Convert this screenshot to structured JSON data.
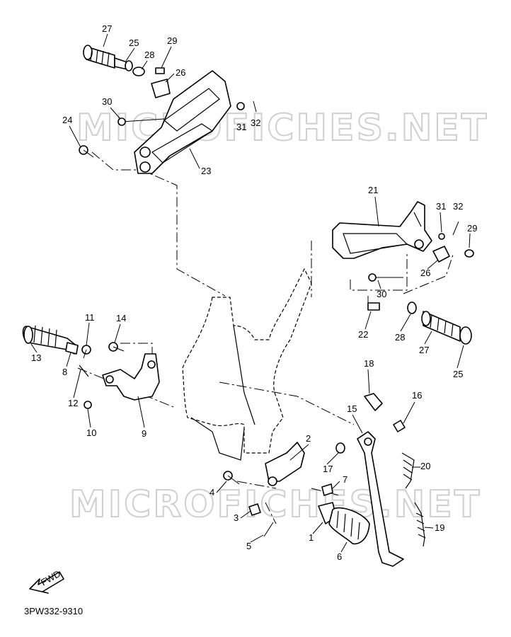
{
  "watermark": {
    "text": "MICROFICHES.NET"
  },
  "diagram_code": "3PW332-9310",
  "front_arrow_label": "FWD",
  "callouts": [
    "27",
    "25",
    "28",
    "29",
    "26",
    "30",
    "31",
    "32",
    "24",
    "23",
    "21",
    "31",
    "32",
    "29",
    "26",
    "30",
    "22",
    "28",
    "27",
    "25",
    "11",
    "14",
    "13",
    "8",
    "12",
    "10",
    "9",
    "18",
    "16",
    "15",
    "2",
    "17",
    "20",
    "7",
    "4",
    "3",
    "1",
    "19",
    "5",
    "6"
  ]
}
